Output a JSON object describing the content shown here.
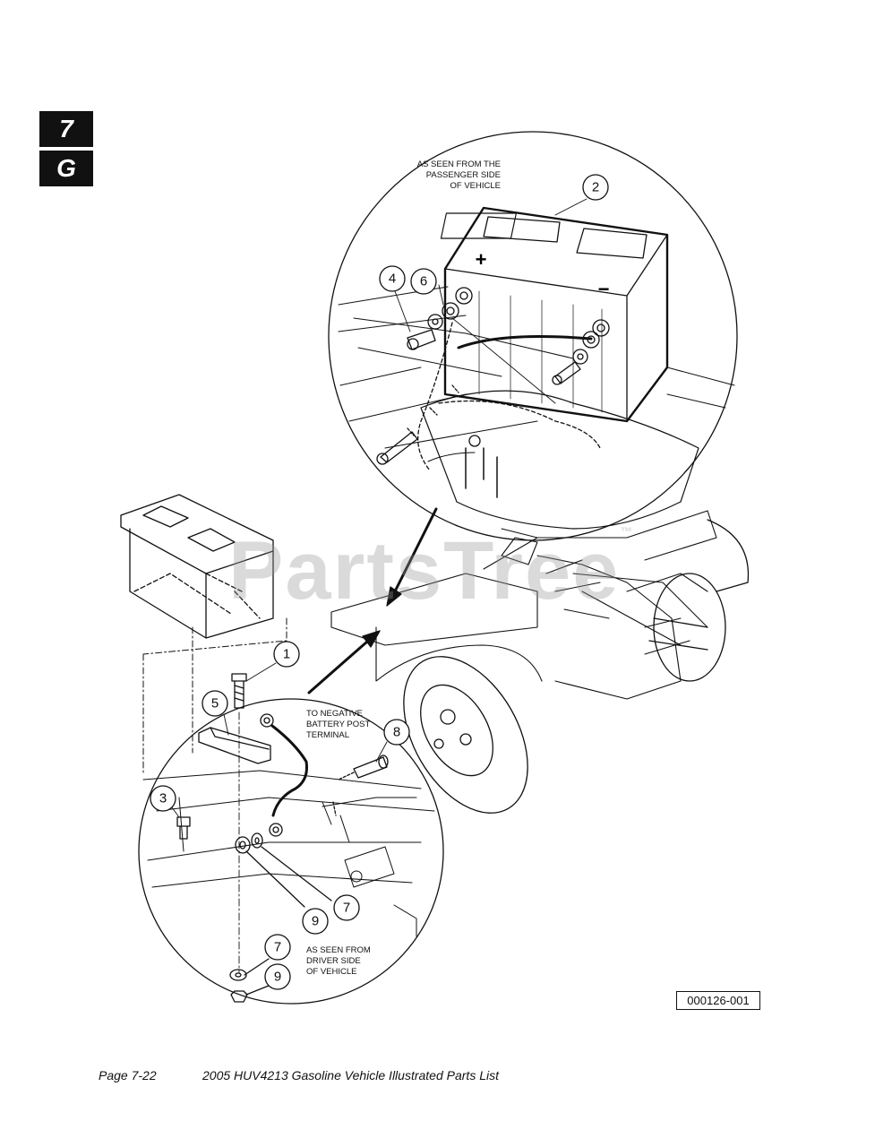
{
  "section_tabs": [
    "7",
    "G"
  ],
  "watermark": {
    "text": "PartsTree",
    "mark": "™"
  },
  "notes": {
    "passenger_side": [
      "AS SEEN FROM THE",
      "PASSENGER SIDE",
      "OF VEHICLE"
    ],
    "negative_terminal": [
      "TO NEGATIVE",
      "BATTERY POST",
      "TERMINAL"
    ],
    "driver_side": [
      "AS SEEN FROM",
      "DRIVER SIDE",
      "OF VEHICLE"
    ]
  },
  "battery_marks": {
    "positive": "+",
    "negative": "−"
  },
  "callouts": {
    "c1": "1",
    "c2": "2",
    "c3": "3",
    "c4": "4",
    "c5": "5",
    "c6": "6",
    "c7a": "7",
    "c7b": "7",
    "c8": "8",
    "c9a": "9",
    "c9b": "9"
  },
  "figure_id": "000126-001",
  "footer": {
    "page": "Page 7-22",
    "title": "2005 HUV4213 Gasoline Vehicle Illustrated Parts List"
  }
}
